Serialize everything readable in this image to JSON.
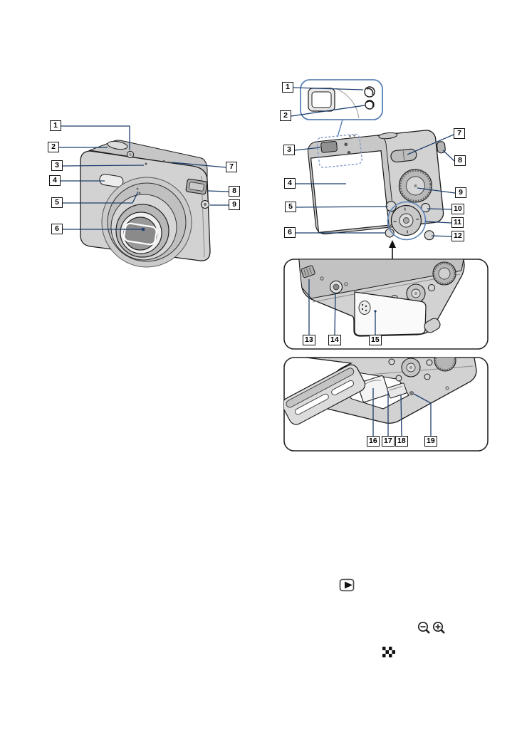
{
  "colors": {
    "leader_blue": "#1c3f6e",
    "bubble_blue": "#5b82b5",
    "dashed_blue": "#7a98c4",
    "outline_black": "#1a1a1a",
    "body_gray": "#d2d2d2",
    "panel_gray": "#c6c6c6",
    "screen_white": "#ffffff"
  },
  "figures": {
    "front_view": {
      "callouts": [
        "1",
        "2",
        "3",
        "4",
        "5",
        "6",
        "7",
        "8",
        "9"
      ]
    },
    "back_view": {
      "callouts": [
        "1",
        "2",
        "3",
        "4",
        "5",
        "6",
        "7",
        "8",
        "9",
        "10",
        "11",
        "12"
      ]
    },
    "bottom_view": {
      "callouts": [
        "13",
        "14",
        "15"
      ]
    },
    "compartment_view": {
      "callouts": [
        "16",
        "17",
        "18",
        "19"
      ]
    }
  },
  "inline_icons": [
    {
      "name": "playback-button-icon",
      "glyph": "play-triangle-in-rounded-rect"
    },
    {
      "name": "zoom-out-icon",
      "glyph": "magnifier-minus"
    },
    {
      "name": "zoom-in-icon",
      "glyph": "magnifier-plus"
    },
    {
      "name": "image-index-icon",
      "glyph": "checkerboard"
    }
  ]
}
